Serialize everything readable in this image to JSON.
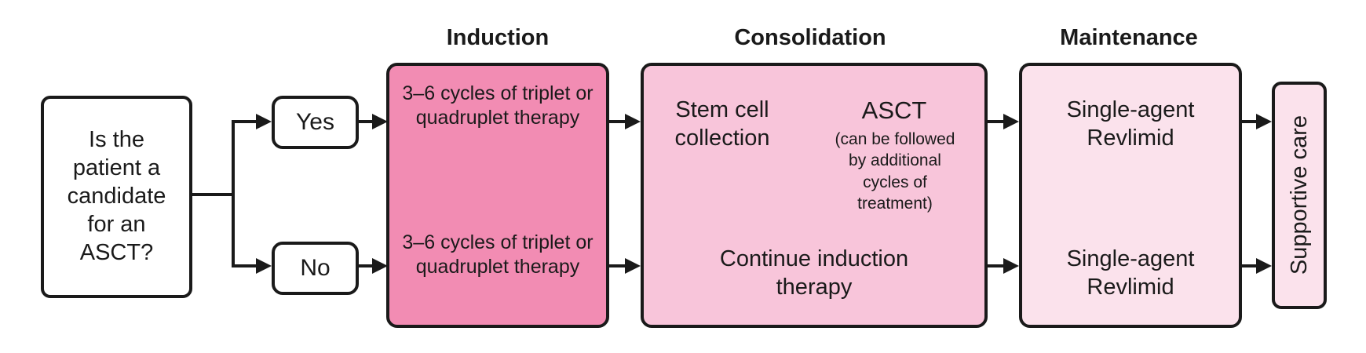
{
  "headings": {
    "induction": "Induction",
    "consolidation": "Consolidation",
    "maintenance": "Maintenance"
  },
  "question": "Is the patient a candidate for an ASCT?",
  "yes": "Yes",
  "no": "No",
  "induction_yes": "3–6 cycles of triplet or quadruplet therapy",
  "induction_no": "3–6 cycles of triplet or quadruplet therapy",
  "consolidation_yes": {
    "stem_cell": "Stem cell collection",
    "asct": "ASCT",
    "asct_note": "(can be followed by additional cycles of treatment)"
  },
  "consolidation_no": "Continue induction therapy",
  "maintenance_yes": "Single-agent Revlimid",
  "maintenance_no": "Single-agent Revlimid",
  "supportive": "Supportive care",
  "colors": {
    "induction_fill": "#f28cb3",
    "consolidation_fill": "#f8c5da",
    "maintenance_fill": "#fbe2ec",
    "outline": "#1a1a1a"
  }
}
